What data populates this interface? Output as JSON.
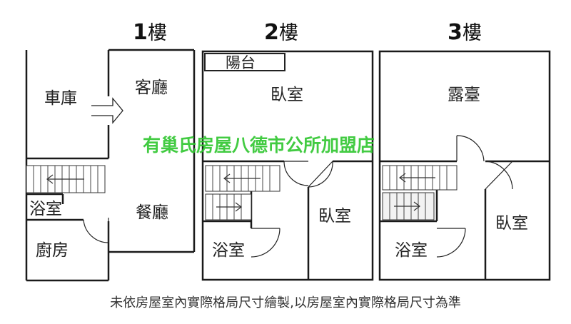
{
  "floors": [
    {
      "number": "1",
      "suffix": "樓",
      "rooms": [
        "車庫",
        "客廳",
        "浴室",
        "餐廳",
        "廚房"
      ]
    },
    {
      "number": "2",
      "suffix": "樓",
      "rooms": [
        "陽台",
        "臥室",
        "臥室",
        "浴室"
      ]
    },
    {
      "number": "3",
      "suffix": "樓",
      "rooms": [
        "露臺",
        "臥室",
        "浴室"
      ]
    }
  ],
  "watermark": "有巢氏房屋八德市公所加盟店",
  "footer": "未依房屋室內實際格局尺寸繪製,以房屋室內實際格局尺寸為準",
  "colors": {
    "walls": "#1a1a1a",
    "watermark": "#2ec52e",
    "text": "#222222"
  }
}
